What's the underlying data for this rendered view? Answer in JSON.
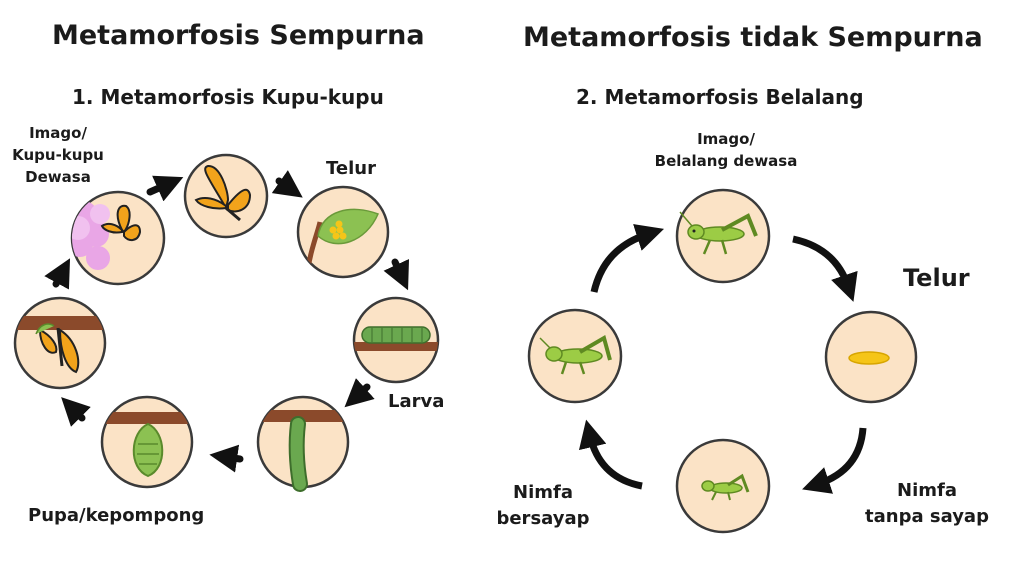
{
  "left": {
    "title": "Metamorfosis Sempurna",
    "subtitle": "1. Metamorfosis Kupu-kupu",
    "labels": {
      "imago_line1": "Imago/",
      "imago_line2": "Kupu-kupu",
      "imago_line3": "Dewasa",
      "egg": "Telur",
      "larva": "Larva",
      "pupa": "Pupa/kepompong"
    }
  },
  "right": {
    "title": "Metamorfosis tidak Sempurna",
    "subtitle": "2. Metamorfosis Belalang",
    "labels": {
      "imago_line1": "Imago/",
      "imago_line2": "Belalang dewasa",
      "egg": "Telur",
      "nymph_wingless_line1": "Nimfa",
      "nymph_wingless_line2": "tanpa sayap",
      "nymph_winged_line1": "Nimfa",
      "nymph_winged_line2": "bersayap"
    }
  },
  "colors": {
    "circle_fill": "#fbe3c6",
    "circle_stroke": "#3a3a3a",
    "branch": "#8b4a2b",
    "leaf": "#8cc152",
    "caterpillar": "#6aa84f",
    "butterfly_orange": "#f2a31b",
    "grasshopper": "#9ccc45",
    "egg_yellow": "#f5c518",
    "flower_pink": "#e9a6e6",
    "arrow": "#111111"
  }
}
